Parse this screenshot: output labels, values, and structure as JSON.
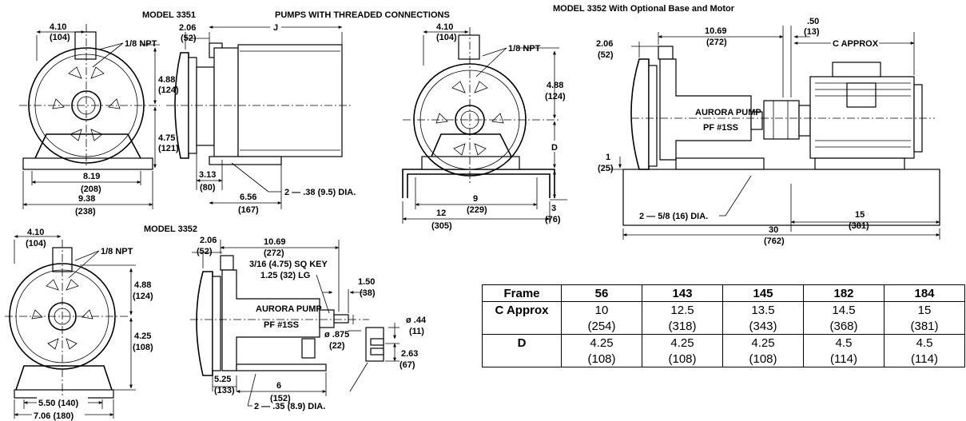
{
  "titles": {
    "model_3351": "MODEL 3351",
    "threaded": "PUMPS WITH THREADED CONNECTIONS",
    "model_3352_base": "MODEL 3352 With Optional Base and Motor",
    "model_3352": "MODEL 3352"
  },
  "d3351": {
    "w410": "4.10",
    "w410mm": "(104)",
    "npt": "1/8 NPT",
    "h488": "4.88",
    "h488mm": "(124)",
    "h475": "4.75",
    "h475mm": "(121)",
    "w819": "8.19",
    "w819mm": "(208)",
    "w938": "9.38",
    "w938mm": "(238)",
    "s206": "2.06",
    "s206mm": "(52)",
    "j": "J",
    "s313": "3.13",
    "s313mm": "(80)",
    "s656": "6.56",
    "s656mm": "(167)",
    "holes": "2 — .38 (9.5) DIA."
  },
  "dmid": {
    "w410": "4.10",
    "w410mm": "(104)",
    "npt": "1/8 NPT",
    "h488": "4.88",
    "h488mm": "(124)",
    "d": "D",
    "w9": "9",
    "w9mm": "(229)",
    "w12": "12",
    "w12mm": "(305)",
    "h3": "3",
    "h3mm": "(76)"
  },
  "dbase": {
    "s206": "2.06",
    "s206mm": "(52)",
    "l1069": "10.69",
    "l1069mm": "(272)",
    "g050": ".50",
    "g050mm": "(13)",
    "c": "C APPROX",
    "label1": "AURORA PUMP",
    "label2": "PF #1SS",
    "h1": "1",
    "h1mm": "(25)",
    "holes": "2 — 5/8 (16) DIA.",
    "l15": "15",
    "l15mm": "(381)",
    "l30": "30",
    "l30mm": "(762)"
  },
  "d3352": {
    "w410": "4.10",
    "w410mm": "(104)",
    "npt": "1/8 NPT",
    "h488": "4.88",
    "h488mm": "(124)",
    "h425": "4.25",
    "h425mm": "(108)",
    "w550": "5.50 (140)",
    "w706": "7.06 (180)",
    "s206": "2.06",
    "s206mm": "(52)",
    "l1069": "10.69",
    "l1069mm": "(272)",
    "key": "3/16 (4.75) SQ KEY",
    "lg": "1.25 (32) LG",
    "s150": "1.50",
    "s150mm": "(38)",
    "label1": "AURORA PUMP",
    "label2": "PF #1SS",
    "shaft": "ø .875",
    "shaftmm": "(22)",
    "d044": "ø .44",
    "d044mm": "(11)",
    "h263": "2.63",
    "h263mm": "(67)",
    "s525": "5.25",
    "s525mm": "(133)",
    "s6": "6",
    "s6mm": "(152)",
    "holes": "2 — .35 (8.9) DIA."
  },
  "table": {
    "frame_label": "Frame",
    "frames": [
      "56",
      "143",
      "145",
      "182",
      "184"
    ],
    "c_label": "C Approx",
    "c_in": [
      "10",
      "12.5",
      "13.5",
      "14.5",
      "15"
    ],
    "c_mm": [
      "(254)",
      "(318)",
      "(343)",
      "(368)",
      "(381)"
    ],
    "d_label": "D",
    "d_in": [
      "4.25",
      "4.25",
      "4.25",
      "4.5",
      "4.5"
    ],
    "d_mm": [
      "(108)",
      "(108)",
      "(108)",
      "(114)",
      "(114)"
    ]
  }
}
